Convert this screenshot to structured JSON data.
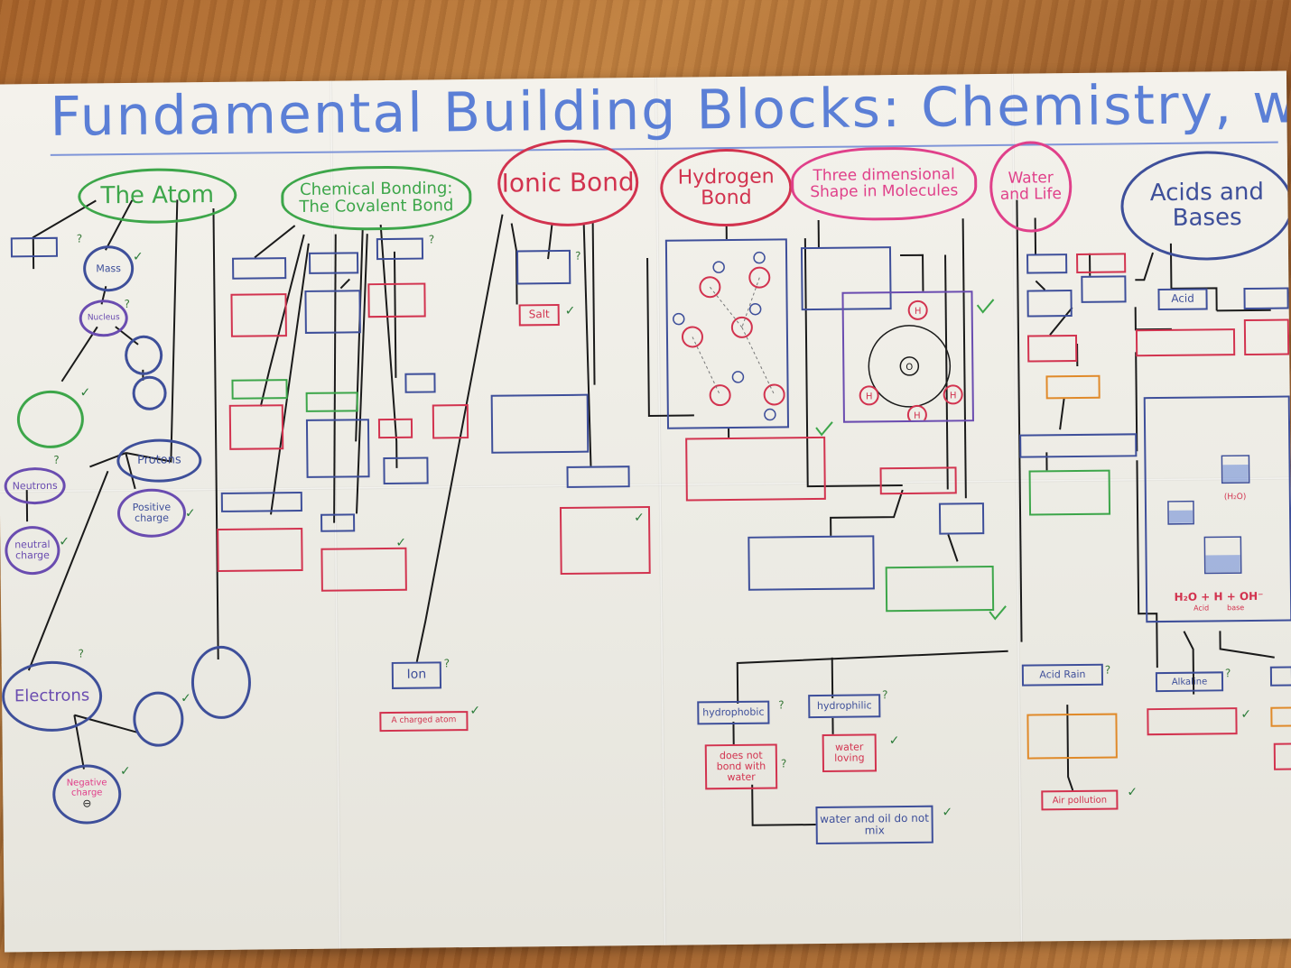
{
  "title": "Fundamental Building Blocks: Chemistry, water and pH",
  "headers": {
    "atom": "The Atom",
    "covalent": "Chemical Bonding: The Covalent Bond",
    "ionic": "Ionic Bond",
    "hydrogen": "Hydrogen Bond",
    "shape": "Three dimensional Shape in Molecules",
    "water": "Water and Life",
    "acids": "Acids and Bases"
  },
  "atom": {
    "mass": "Mass",
    "nucleus": "Nucleus",
    "protons": "Protons",
    "neutrons": "Neutrons",
    "electrons": "Electrons",
    "positive": "Positive charge",
    "neutral": "neutral charge",
    "negative": "Negative charge",
    "negative_symbol": "⊖"
  },
  "ionic": {
    "salt": "Salt",
    "ion": "Ion",
    "ion_def": "A charged atom"
  },
  "hydrogen": {
    "hydrophobic": "hydrophobic",
    "hydrophilic": "hydrophilic",
    "not_bond": "does not bond with water",
    "water_loving": "water loving",
    "oil_water": "water and oil do not mix",
    "h_label": "H",
    "o_label": "O"
  },
  "water": {
    "acid_rain": "Acid Rain",
    "air_pollution": "Air pollution",
    "alkaline": "Alkaline"
  },
  "acids": {
    "acid": "Acid",
    "equation": "H₂O + H + OH⁻",
    "eq_acid": "Acid",
    "eq_base": "base",
    "h2o": "(H₂O)"
  },
  "marks": {
    "check": "✓",
    "question": "?"
  },
  "colors": {
    "blue": "#5b7fd6",
    "green": "#3da64a",
    "red": "#d2334f",
    "magenta": "#e0408a",
    "purple": "#6a4cb0",
    "navy": "#3e4f9a",
    "orange": "#e08a2a",
    "black": "#1a1a1a",
    "check_green": "#2c7d3a"
  }
}
